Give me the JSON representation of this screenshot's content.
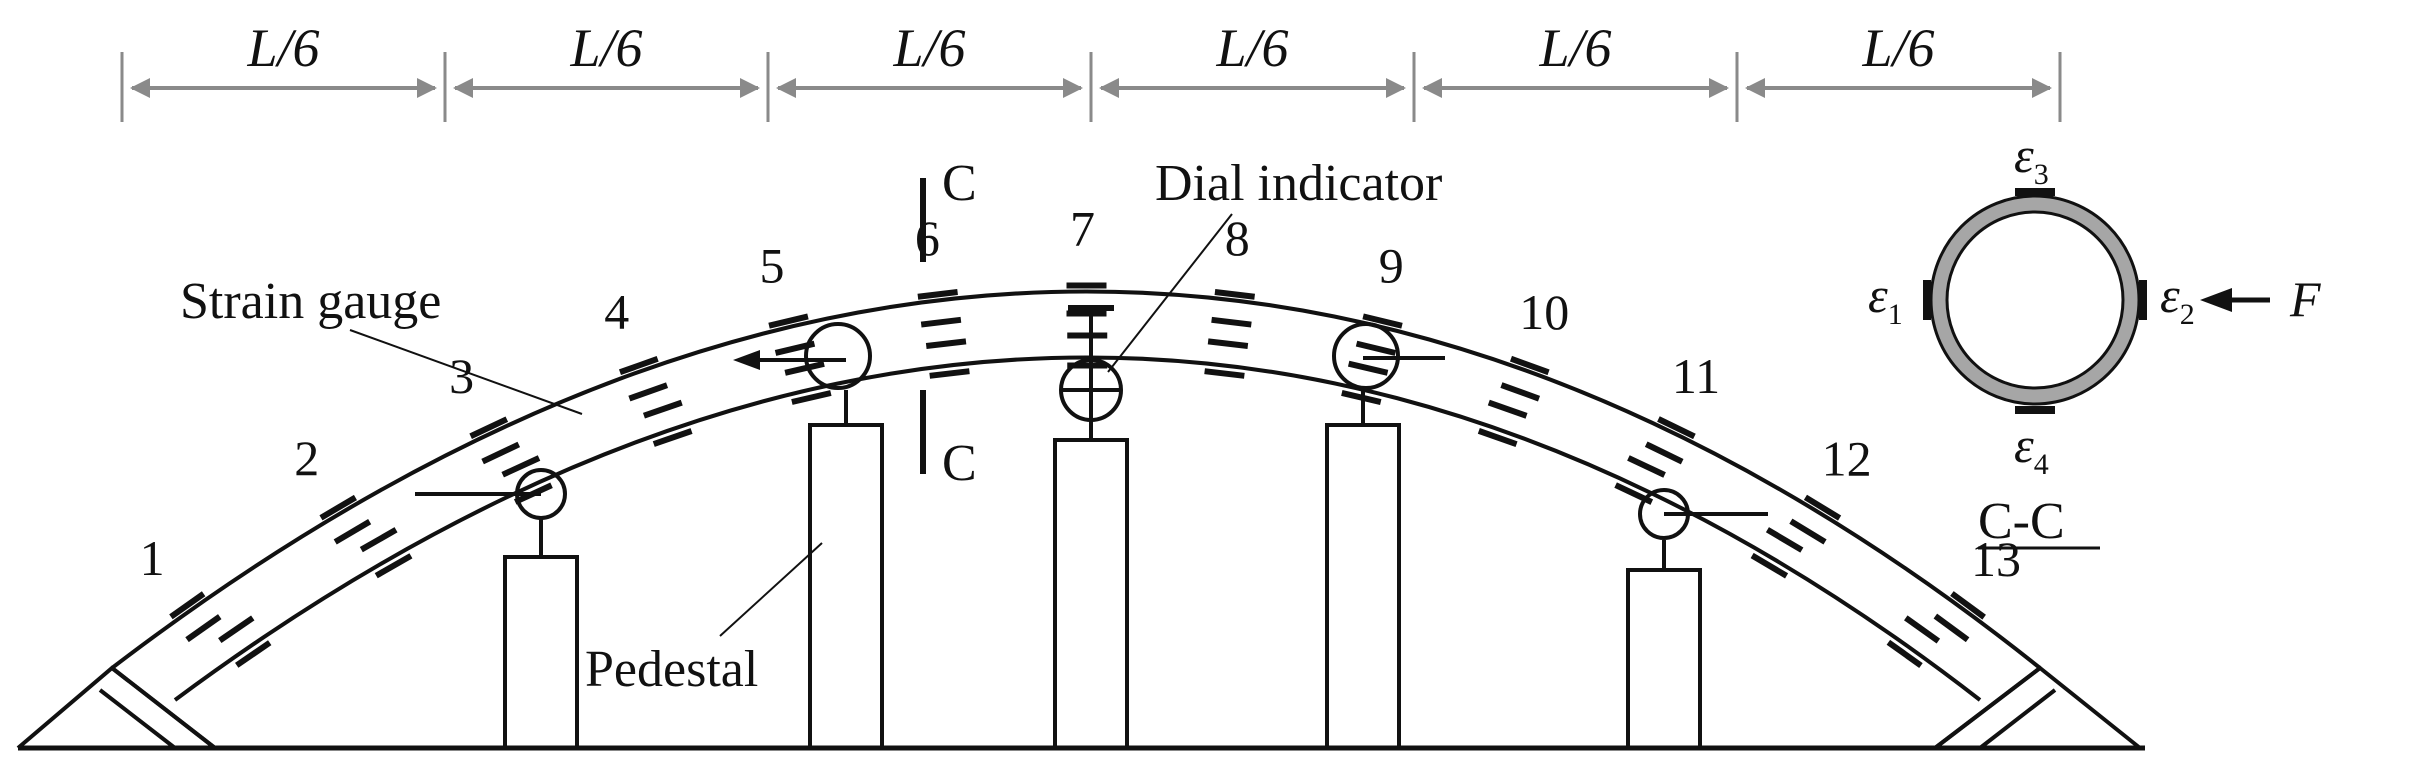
{
  "dimensions": {
    "segment_label": "L/6",
    "count": 6
  },
  "gauge_numbers": [
    "1",
    "2",
    "3",
    "4",
    "5",
    "6",
    "7",
    "8",
    "9",
    "10",
    "11",
    "12",
    "13"
  ],
  "labels": {
    "strain_gauge": "Strain gauge",
    "dial_indicator": "Dial indicator",
    "pedestal": "Pedestal",
    "section_mark": "C",
    "section_title": "C-C",
    "force": "F"
  },
  "section_strains": [
    {
      "base": "ε",
      "sub": "1"
    },
    {
      "base": "ε",
      "sub": "2"
    },
    {
      "base": "ε",
      "sub": "3"
    },
    {
      "base": "ε",
      "sub": "4"
    }
  ],
  "colors": {
    "line": "#111111",
    "dimension_arrow": "#8a8a8a",
    "section_ring": "#a6a6a6"
  }
}
